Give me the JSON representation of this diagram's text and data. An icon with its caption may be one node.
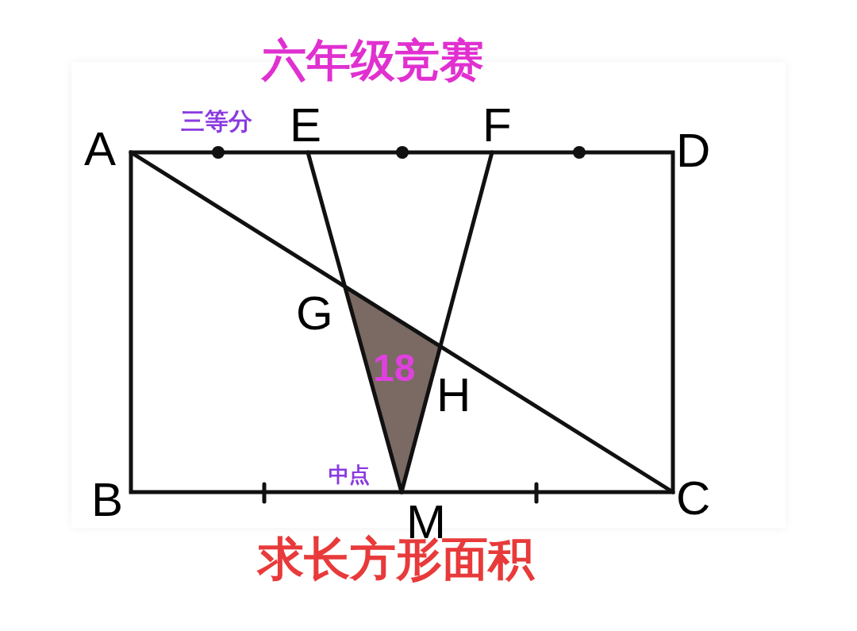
{
  "diagram": {
    "title": "六年级竞赛",
    "caption": "求长方形面积",
    "labels": [
      "三等分",
      "A",
      "E",
      "F",
      "D",
      "G",
      "18",
      "H",
      "B",
      "中点",
      "M",
      "C"
    ]
  }
}
